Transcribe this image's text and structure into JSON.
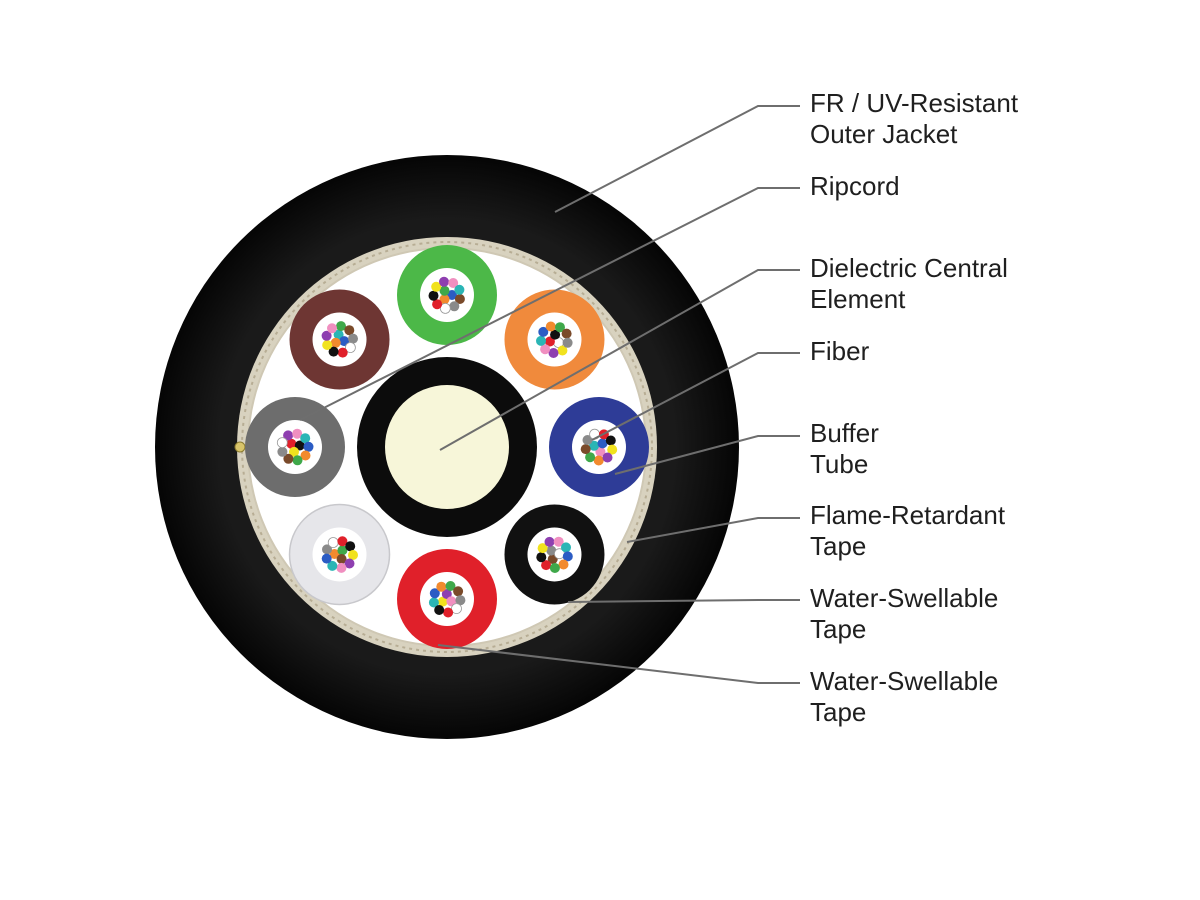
{
  "colors": {
    "jacket": "#0c0c0c",
    "core_fill": "#f7f6d9",
    "leader": "#6e6e6e",
    "text": "#1f1f1f",
    "tape_inner": "#ffffff",
    "tape_edge": "#c9c2ae"
  },
  "labels": [
    {
      "id": "outer-jacket",
      "lines": [
        "FR / UV-Resistant",
        "Outer Jacket"
      ]
    },
    {
      "id": "ripcord",
      "lines": [
        "Ripcord"
      ]
    },
    {
      "id": "central-element",
      "lines": [
        "Dielectric Central",
        "Element"
      ]
    },
    {
      "id": "fiber",
      "lines": [
        "Fiber"
      ]
    },
    {
      "id": "buffer-tube",
      "lines": [
        "Buffer",
        "Tube"
      ]
    },
    {
      "id": "flame-retardant-tape",
      "lines": [
        "Flame-Retardant",
        "Tape"
      ]
    },
    {
      "id": "water-swellable-tape-1",
      "lines": [
        "Water-Swellable",
        "Tape"
      ]
    },
    {
      "id": "water-swellable-tape-2",
      "lines": [
        "Water-Swellable",
        "Tape"
      ]
    }
  ],
  "buffer_tubes": [
    {
      "name": "green",
      "color": "#4cb848"
    },
    {
      "name": "orange",
      "color": "#f08a3c"
    },
    {
      "name": "blue",
      "color": "#2e3c97"
    },
    {
      "name": "black",
      "color": "#111111"
    },
    {
      "name": "red",
      "color": "#e0202a"
    },
    {
      "name": "white",
      "color": "#e6e6ea"
    },
    {
      "name": "gray",
      "color": "#6d6d6d"
    },
    {
      "name": "brown",
      "color": "#6e3633"
    }
  ],
  "fiber_colors": [
    "#2b5cc4",
    "#f28a2e",
    "#3fa84a",
    "#7a4a2a",
    "#8a8a8a",
    "#ffffff",
    "#e0202a",
    "#111111",
    "#f1e21e",
    "#8e3fb0",
    "#f08fc0",
    "#2ab5b5"
  ]
}
